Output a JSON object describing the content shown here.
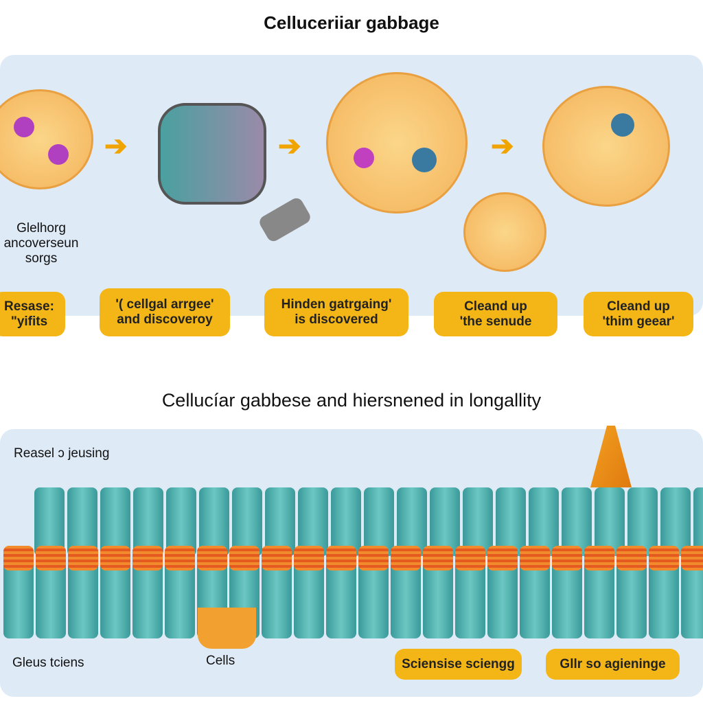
{
  "top": {
    "title": "Celluceriiar gabbage",
    "side_text": [
      "Glelhorg",
      "ancoverseun",
      "sorgs"
    ],
    "labels": [
      [
        "Resase:",
        "\"yifits"
      ],
      [
        "'( cellgal arrgee'",
        "and discoveroy"
      ],
      [
        "Hinden gatrgaing'",
        "is discovered"
      ],
      [
        "Cleand up",
        "'the senude"
      ],
      [
        "Cleand up",
        "'thim geear'"
      ]
    ]
  },
  "bottom": {
    "title": "Cellucíar gabbese and hiersnened in longallity",
    "callout": "Reasel ɔ jeusing",
    "labels_plain": [
      "Gleus tciens",
      "Cells"
    ],
    "labels_boxed": [
      "Sciensise sciengg",
      "Gllr so agieninge"
    ]
  },
  "colors": {
    "panel": "#dfeaf7",
    "label": "#f4b616",
    "arrow": "#f0a400",
    "cylinder": "#4fb3ad",
    "cap": "#e96a26"
  }
}
